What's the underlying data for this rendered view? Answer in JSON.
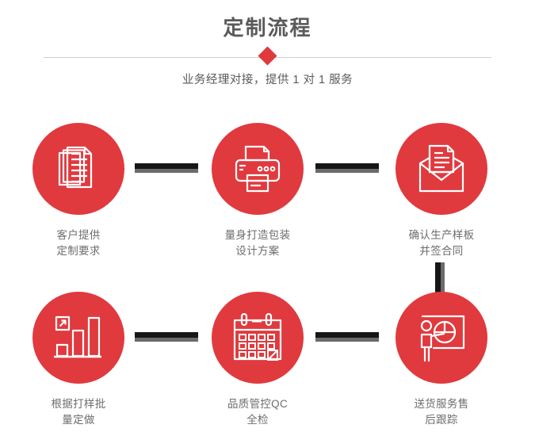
{
  "header": {
    "title": "定制流程",
    "subtitle": "业务经理对接，提供 1 对 1 服务",
    "divider_color": "#cfcfcf",
    "diamond_color": "#e03a3e",
    "title_color": "#5a5a5a"
  },
  "theme": {
    "accent": "#e03a3e",
    "connector": "#161616",
    "connector_shadow": "#6b6b6b",
    "label_color": "#6d6d6d",
    "background": "#ffffff"
  },
  "flow": {
    "steps": [
      {
        "id": "step-1",
        "icon": "documents-stack-icon",
        "label": "客户提供\n定制要求"
      },
      {
        "id": "step-2",
        "icon": "printer-icon",
        "label": "量身打造包装\n设计方案"
      },
      {
        "id": "step-3",
        "icon": "envelope-document-icon",
        "label": "确认生产样板\n并签合同"
      },
      {
        "id": "step-4",
        "icon": "bar-chart-growth-icon",
        "label": "根据打样批\n量定做"
      },
      {
        "id": "step-5",
        "icon": "calendar-icon",
        "label": "品质管控QC\n全检"
      },
      {
        "id": "step-6",
        "icon": "presentation-pie-chart-icon",
        "label": "送货服务售\n后跟踪"
      }
    ],
    "connectors": [
      {
        "id": "connector-1-2",
        "orientation": "horizontal"
      },
      {
        "id": "connector-2-3",
        "orientation": "horizontal"
      },
      {
        "id": "connector-3-6",
        "orientation": "vertical"
      },
      {
        "id": "connector-4-5",
        "orientation": "horizontal"
      },
      {
        "id": "connector-5-6",
        "orientation": "horizontal"
      }
    ]
  }
}
